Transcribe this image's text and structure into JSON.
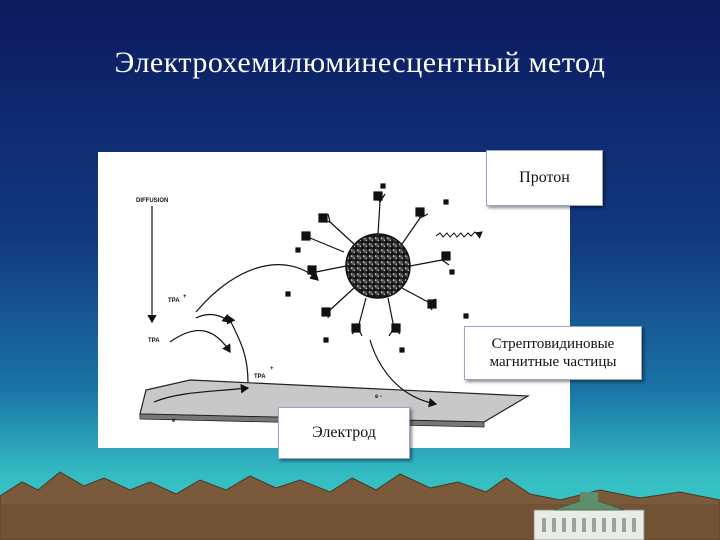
{
  "slide": {
    "title": "Электрохемилюминесцентный метод"
  },
  "diagram": {
    "labels": {
      "diffusion": "DIFFUSION",
      "tpa_plus_top": "TPA",
      "tpa_plus_sup": "+",
      "tpa": "TPA",
      "tpa_dot_plus": "TPA",
      "tpa_dot_sup": "+",
      "e_minus": "e -",
      "e_left": "e"
    },
    "callouts": {
      "proton": "Протон",
      "particles_line1": "Стрептовидиновые",
      "particles_line2": "магнитные частицы",
      "electrode": "Электрод"
    }
  },
  "colors": {
    "sky_top": "#0c1a5e",
    "sky_bottom": "#3fd1c8",
    "title_text": "#ffffff",
    "mountains": "#7a5a3a"
  }
}
